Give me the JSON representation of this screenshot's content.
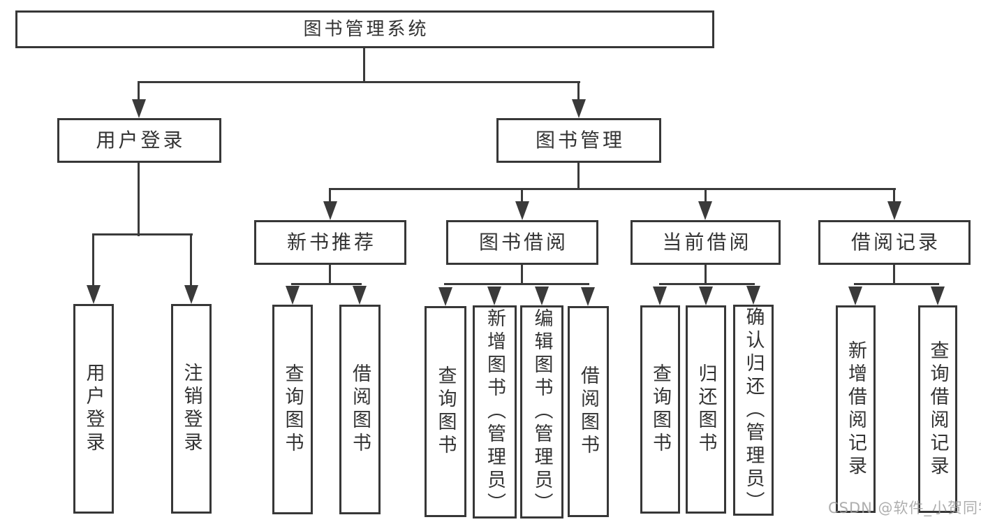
{
  "tree": {
    "label": "图书管理系统",
    "children": [
      {
        "label": "用户登录",
        "children": [
          {
            "label": "用户登录"
          },
          {
            "label": "注销登录"
          }
        ]
      },
      {
        "label": "图书管理",
        "children": [
          {
            "label": "新书推荐",
            "children": [
              {
                "label": "查询图书"
              },
              {
                "label": "借阅图书"
              }
            ]
          },
          {
            "label": "图书借阅",
            "children": [
              {
                "label": "查询图书"
              },
              {
                "label": "新增图书（管理员）"
              },
              {
                "label": "编辑图书（管理员）"
              },
              {
                "label": "借阅图书"
              }
            ]
          },
          {
            "label": "当前借阅",
            "children": [
              {
                "label": "查询图书"
              },
              {
                "label": "归还图书"
              },
              {
                "label": "确认归还（管理员）"
              }
            ]
          },
          {
            "label": "借阅记录",
            "children": [
              {
                "label": "新增借阅记录"
              },
              {
                "label": "查询借阅记录"
              }
            ]
          }
        ]
      }
    ]
  },
  "watermark": {
    "text": "CSDN @软件_小贺同学"
  },
  "colors": {
    "line": "#3a3a3a",
    "border": "#373737",
    "text": "#333333",
    "watermark": "#a0a0a0",
    "background": "#ffffff"
  }
}
